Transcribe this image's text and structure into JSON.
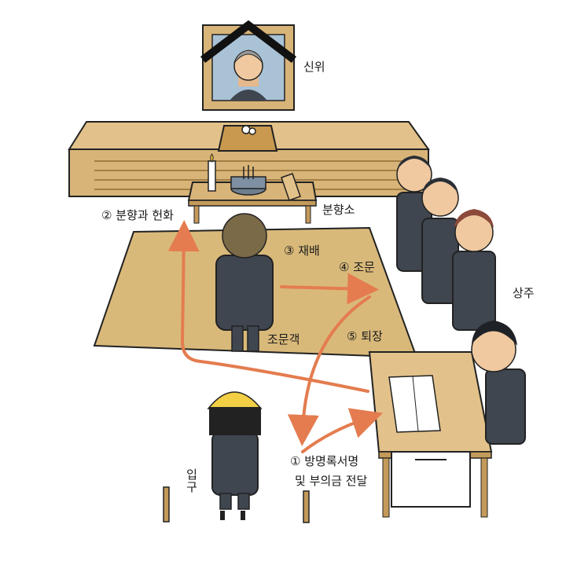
{
  "labels": {
    "portrait": "신위",
    "incense_spot": "분향소",
    "step2": "② 분향과 헌화",
    "step3": "③ 재배",
    "step4": "④ 조문",
    "step5": "⑤ 퇴장",
    "mourners": "상주",
    "visitor": "조문객",
    "entrance": "입구",
    "step1_line1": "① 방명록서명",
    "step1_line2": "및 부의금 전달"
  },
  "colors": {
    "arrow": "#e47c4f",
    "floor": "#d9b97a",
    "wood": "#d8b478",
    "suit": "#3f4650",
    "outline": "#222222"
  }
}
